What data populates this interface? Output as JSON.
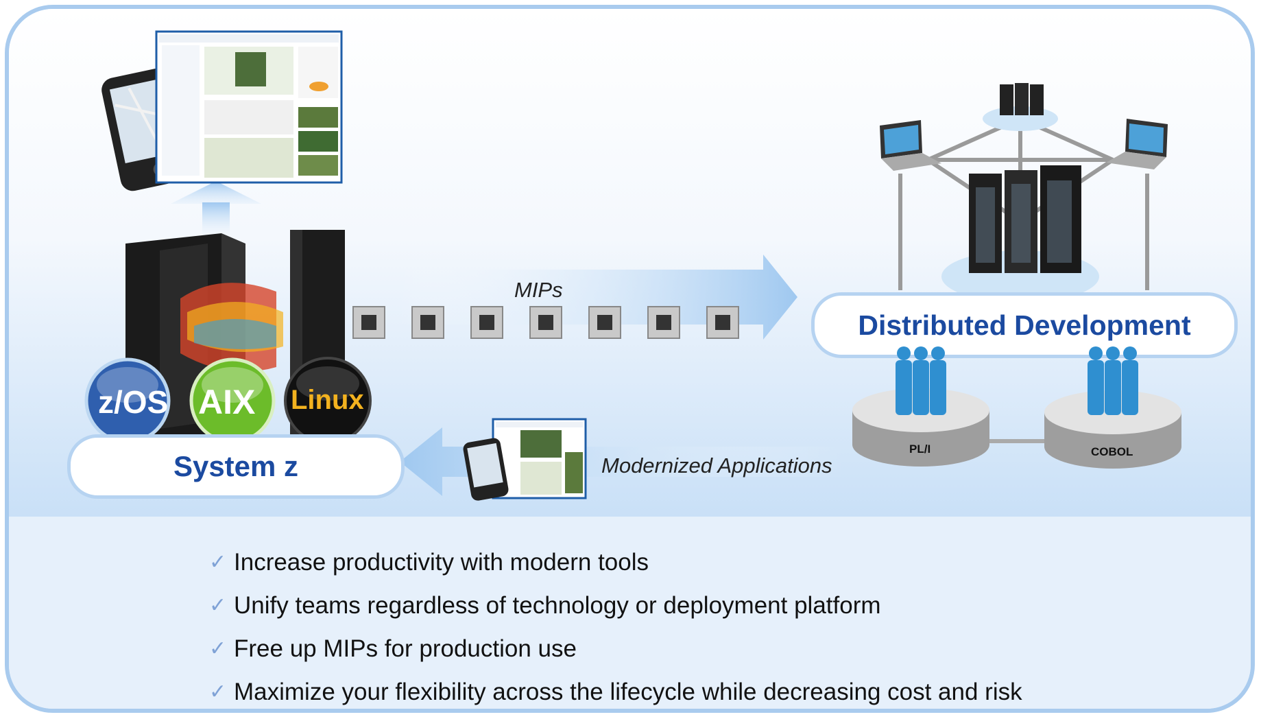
{
  "labels": {
    "mips": "MIPs",
    "distributed_development": "Distributed Development",
    "system_z": "System z",
    "modernized_applications": "Modernized Applications",
    "pli": "PL/I",
    "cobol": "COBOL"
  },
  "os_badges": [
    "z/OS",
    "AIX",
    "Linux"
  ],
  "bullets": [
    "Increase productivity with modern tools",
    "Unify teams regardless of technology or deployment platform",
    "Free up MIPs for production use",
    "Maximize your flexibility across the lifecycle while decreasing cost and risk"
  ],
  "colors": {
    "frame_border": "#a9cbee",
    "label_text": "#1b4aa0",
    "arrow": "#9fc8f0",
    "check": "#7fa2d6"
  },
  "icons": [
    "mobile-phone-icon",
    "web-app-screenshot-icon",
    "mainframe-server-icon",
    "processor-chip-icon",
    "laptop-icon",
    "server-rack-icon",
    "people-group-icon",
    "database-disk-icon",
    "check-icon"
  ]
}
